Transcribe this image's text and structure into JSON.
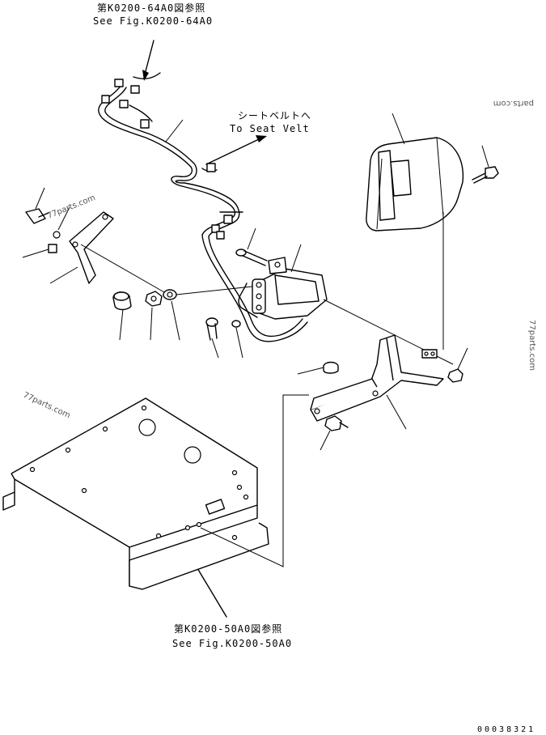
{
  "references": {
    "top_jp": "第K0200-64A0図参照",
    "top_en": "See Fig.K0200-64A0",
    "bottom_jp": "第K0200-50A0図参照",
    "bottom_en": "See Fig.K0200-50A0"
  },
  "seat_belt": {
    "jp": "シートベルトへ",
    "en": "To Seat Velt"
  },
  "watermarks": {
    "upper_left": "77parts.com",
    "top_right": "parts.com",
    "right_side": "77parts.com",
    "lower_left": "77parts.com"
  },
  "serial_number": "00038321"
}
